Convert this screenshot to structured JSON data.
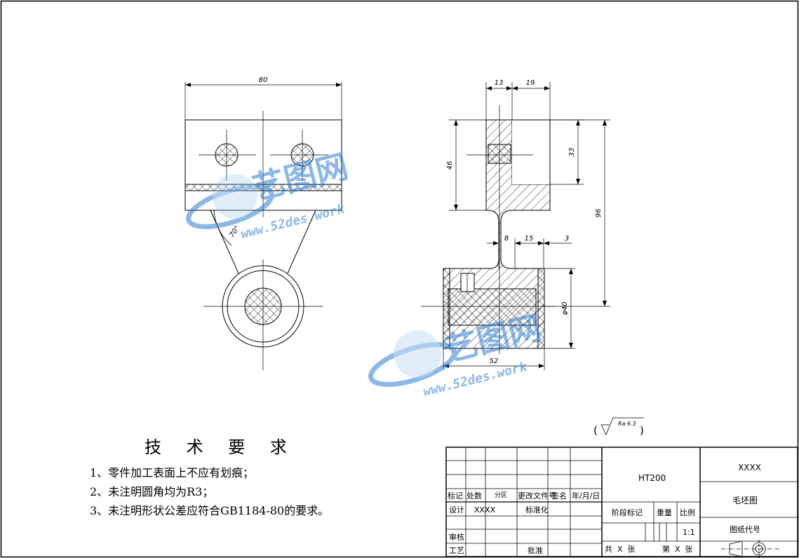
{
  "dimensions": {
    "top_width": "80",
    "side_w1": "13",
    "side_w2": "19",
    "side_h46": "46",
    "side_h33": "33",
    "side_h96": "96",
    "neck_8": "8",
    "neck_15": "15",
    "neck_3": "3",
    "dia_40": "φ40",
    "bottom_52": "52",
    "angle_70": "70°"
  },
  "surface_finish": {
    "roughness": "Ra 6.3"
  },
  "notes": {
    "title": "技 术 要 求",
    "items": [
      "1、零件加工表面上不应有划痕；",
      "2、未注明圆角均为R3；",
      "3、未注明形状公差应符合GB1184-80的要求。"
    ]
  },
  "title_block": {
    "mark": "标记",
    "count": "处数",
    "zone": "分区",
    "change_doc": "更改文件号",
    "signature": "签名",
    "date": "年/月/日",
    "design": "设计",
    "design_value": "XXXX",
    "standardize": "标准化",
    "review": "审核",
    "process": "工艺",
    "approve": "批准",
    "material": "HT200",
    "stage_mark": "阶段标记",
    "weight": "重量",
    "scale": "比例",
    "scale_value": "1:1",
    "sheets_total": "共  X  张",
    "sheet_no": "第  X  张",
    "company": "XXXX",
    "drawing_name": "毛坯图",
    "drawing_code": "图纸代号"
  },
  "watermark": {
    "brand": "艺图网",
    "url": "www.52des.work"
  },
  "colors": {
    "line": "#000000",
    "watermark_blue": "#2f7fd6",
    "watermark_light": "#9cc9ee"
  }
}
